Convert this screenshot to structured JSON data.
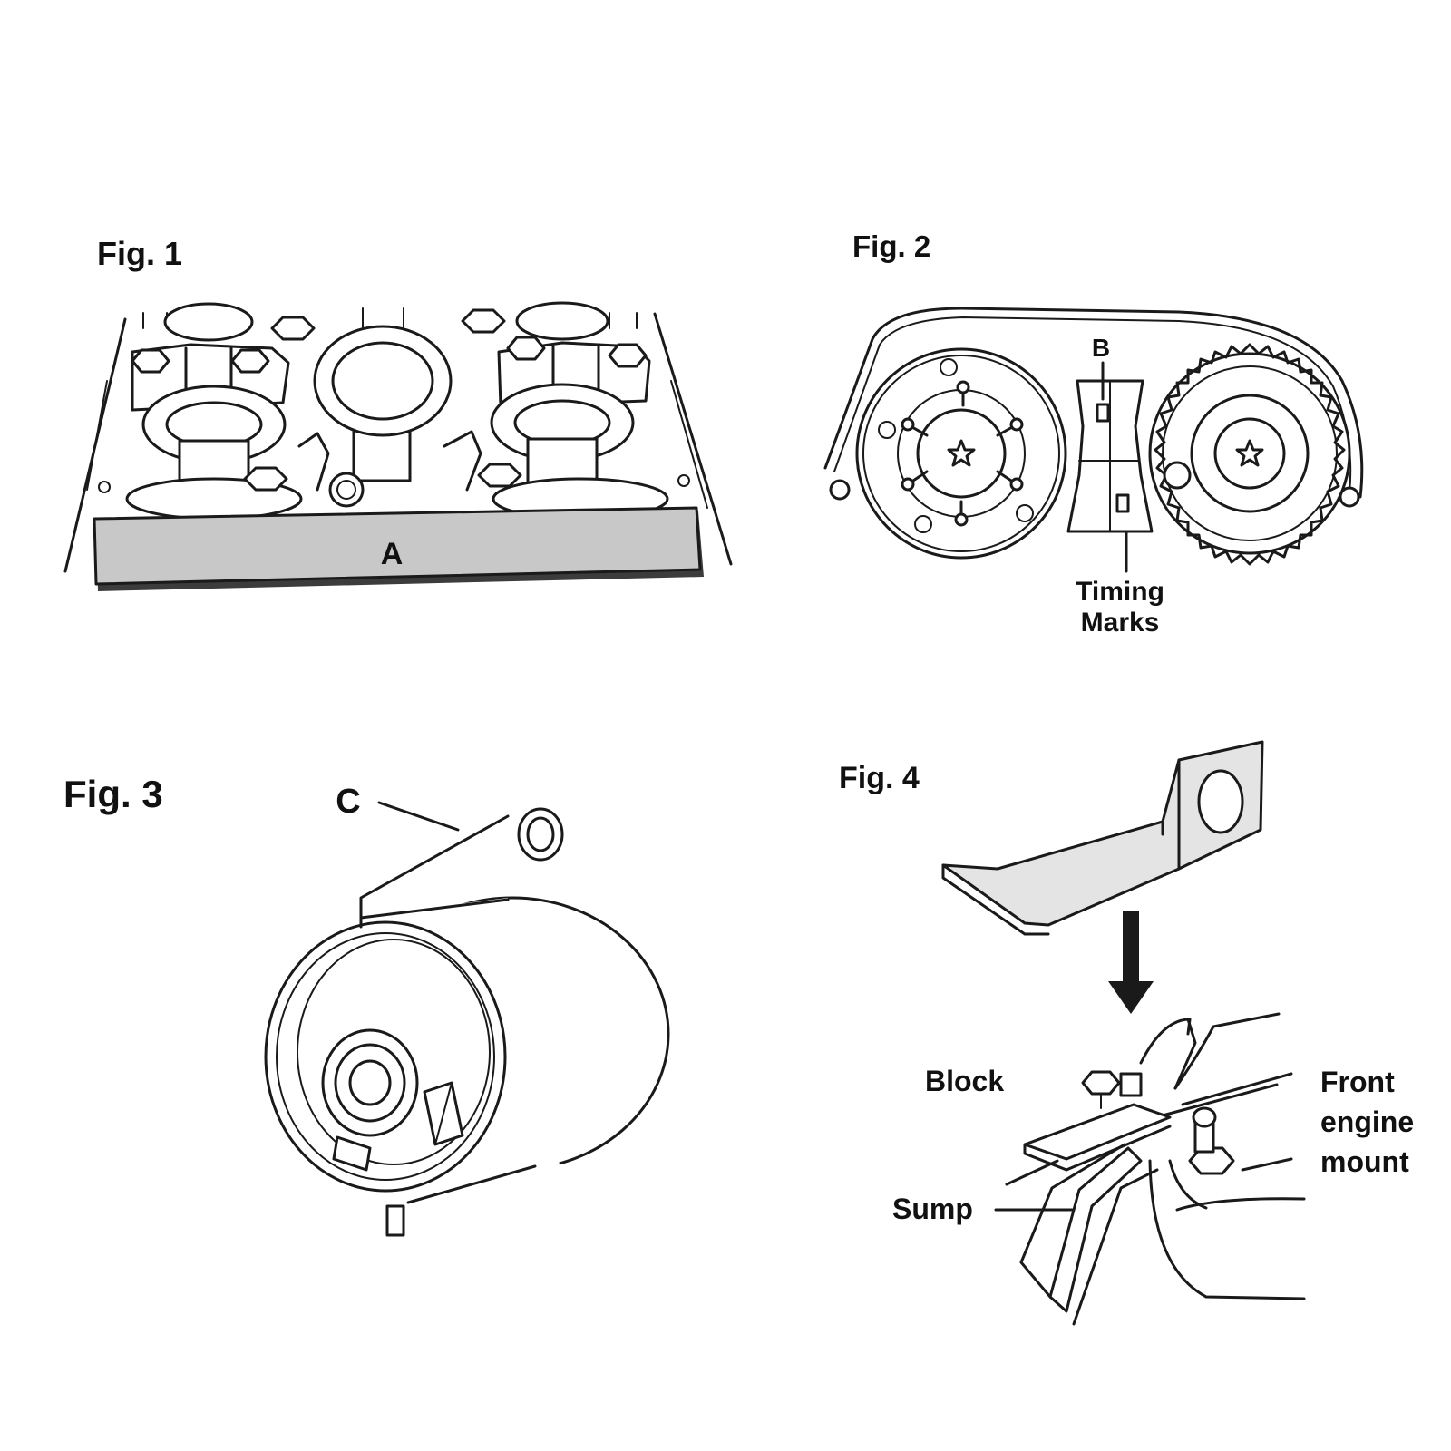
{
  "figures": [
    {
      "title": "Fig. 1",
      "callouts": [
        "A"
      ]
    },
    {
      "title": "Fig. 2",
      "callouts": [
        "B",
        "Timing",
        "Marks"
      ]
    },
    {
      "title": "Fig. 3",
      "callouts": [
        "C"
      ]
    },
    {
      "title": "Fig. 4",
      "callouts": [
        "Block",
        "Front",
        "engine",
        "mount",
        "Sump"
      ]
    }
  ],
  "colors": {
    "ink": "#1a1a1a",
    "tool_fill": "#c8c8c8",
    "background": "#ffffff"
  }
}
